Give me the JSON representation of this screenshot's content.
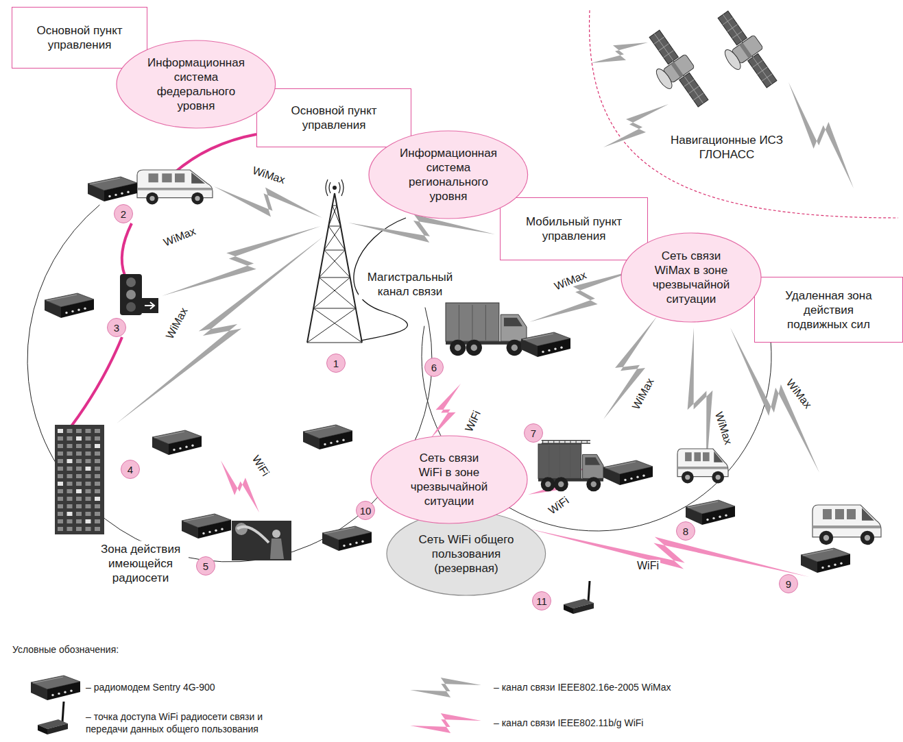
{
  "diagram": {
    "nodes": [
      {
        "text": [
          "Основной пункт управления"
        ]
      },
      {
        "text": [
          "Информационная система федерального уровня"
        ]
      },
      {
        "text": [
          "Основной пункт управления"
        ]
      },
      {
        "text": [
          "Информационная система регионального уровня"
        ]
      },
      {
        "text": [
          "Мобильный пункт управления"
        ]
      },
      {
        "text": [
          "Сеть связи WiMax в зоне чрезвычайной ситуации"
        ]
      },
      {
        "text": [
          "Удаленная зона действия подвижных сил"
        ]
      },
      {
        "text": [
          "Сеть связи WiFi в зоне чрезвычайной ситуации"
        ]
      },
      {
        "text": [
          "Сеть WiFi общего пользования (резервная)"
        ]
      }
    ],
    "labels": [
      "Навигационные ИСЗ ГЛОНАСС",
      "WiMax",
      "2",
      "WiMax",
      "Магистральный канал связи",
      "WiMax",
      "3",
      "WiMax",
      "6",
      "1",
      "7",
      "WiMax",
      "WiMax",
      "WiMax",
      "4",
      "WiFi",
      "WiFi",
      "WiFi",
      "10",
      "8",
      "Зона действия имеющейся радиосети",
      "5",
      "9",
      "WiFi",
      "11",
      "Условные обозначения:"
    ],
    "legend": [
      {
        "text": "– радиомодем Sentry 4G-900"
      },
      {
        "text": "– точка доступа WiFi радиосети связи и передачи данных общего пользования"
      },
      {
        "text": "– канал связи IEEE802.16e-2005 WiMax"
      },
      {
        "text": "– канал связи IEEE802.11b/g WiFi"
      }
    ]
  }
}
